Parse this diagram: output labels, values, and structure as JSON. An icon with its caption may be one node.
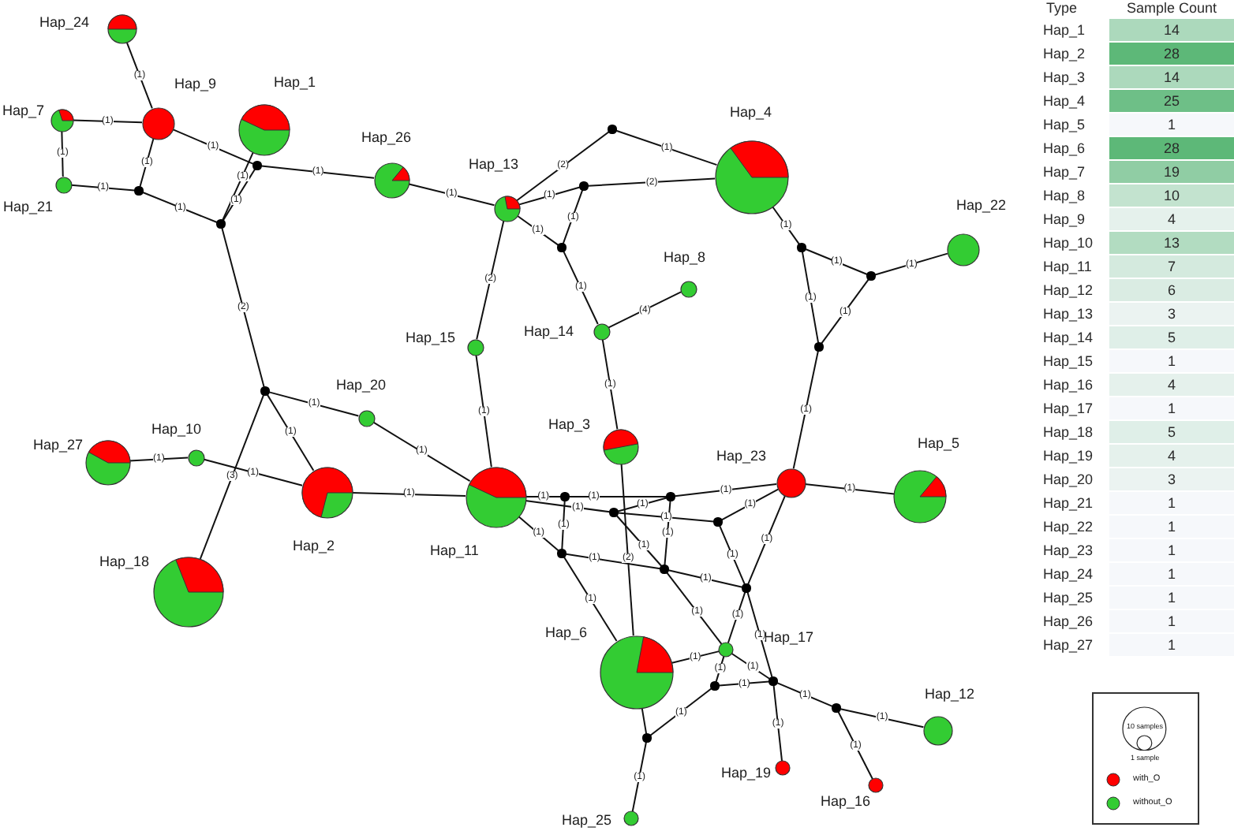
{
  "diagram": {
    "nodes": [
      {
        "text": [
          "Hap_24"
        ]
      },
      {
        "text": [
          "Hap_9"
        ]
      },
      {
        "text": [
          "Hap_1"
        ]
      },
      {
        "text": [
          "Hap_7"
        ]
      },
      {
        "text": [
          "Hap_4"
        ]
      },
      {
        "text": [],
        "shape": "circle"
      },
      {
        "text": [
          "Hap_26"
        ]
      },
      {
        "text": [],
        "shape": "circle"
      },
      {
        "text": [
          "Hap_13"
        ]
      },
      {
        "text": [],
        "shape": "circle"
      },
      {
        "text": [
          "Hap_21"
        ]
      },
      {
        "text": [],
        "shape": "circle"
      },
      {
        "text": [],
        "shape": "circle"
      },
      {
        "text": [],
        "shape": "circle"
      },
      {
        "text": [],
        "shape": "circle"
      },
      {
        "text": [
          "Hap_22"
        ]
      },
      {
        "text": [],
        "shape": "circle"
      },
      {
        "text": [
          "Hap_8"
        ]
      },
      {
        "text": [
          "Hap_14"
        ]
      },
      {
        "text": [
          "Hap_15"
        ]
      },
      {
        "text": [],
        "shape": "circle"
      },
      {
        "text": [],
        "shape": "circle"
      },
      {
        "text": [
          "Hap_20"
        ]
      },
      {
        "text": [
          "Hap_10"
        ]
      },
      {
        "text": [
          "Hap_27"
        ]
      },
      {
        "text": [
          "Hap_3"
        ]
      },
      {
        "text": [
          "Hap_23"
        ]
      },
      {
        "text": [
          "Hap_5"
        ]
      },
      {
        "text": [
          "Hap_2"
        ]
      },
      {
        "text": [
          "Hap_11"
        ]
      },
      {
        "text": [],
        "shape": "circle"
      },
      {
        "text": [],
        "shape": "circle"
      },
      {
        "text": [],
        "shape": "circle"
      },
      {
        "text": [],
        "shape": "circle"
      },
      {
        "text": [],
        "shape": "circle"
      },
      {
        "text": [],
        "shape": "circle"
      },
      {
        "text": [],
        "shape": "circle"
      },
      {
        "text": [
          "Hap_18"
        ]
      },
      {
        "text": [
          "Hap_6"
        ]
      },
      {
        "text": [
          "Hap_17"
        ]
      },
      {
        "text": [],
        "shape": "circle"
      },
      {
        "text": [],
        "shape": "circle"
      },
      {
        "text": [],
        "shape": "circle"
      },
      {
        "text": [
          "Hap_12"
        ]
      },
      {
        "text": [],
        "shape": "circle"
      },
      {
        "text": [
          "Hap_19"
        ]
      },
      {
        "text": [
          "Hap_16"
        ]
      },
      {
        "text": [
          "Hap_25"
        ]
      }
    ],
    "edges": [
      {
        "from": 0,
        "to": 1,
        "arrow": "none",
        "label": "(1)"
      },
      {
        "from": 3,
        "to": 1,
        "arrow": "none",
        "label": "(1)"
      },
      {
        "from": 3,
        "to": 10,
        "arrow": "none",
        "label": "(1)"
      },
      {
        "from": 10,
        "to": 11,
        "arrow": "none",
        "label": "(1)"
      },
      {
        "from": 1,
        "to": 11,
        "arrow": "none",
        "label": "(1)"
      },
      {
        "from": 1,
        "to": 7,
        "arrow": "none",
        "label": "(1)"
      },
      {
        "from": 11,
        "to": 12,
        "arrow": "none",
        "label": "(1)"
      },
      {
        "from": 2,
        "to": 12,
        "arrow": "none",
        "label": "(1)"
      },
      {
        "from": 7,
        "to": 12,
        "arrow": "none",
        "label": "(1)"
      },
      {
        "from": 7,
        "to": 6,
        "arrow": "none",
        "label": "(1)"
      },
      {
        "from": 12,
        "to": 21,
        "arrow": "none",
        "label": "(2)"
      },
      {
        "from": 21,
        "to": 22,
        "arrow": "none",
        "label": "(1)"
      },
      {
        "from": 21,
        "to": 28,
        "arrow": "none",
        "label": "(1)"
      },
      {
        "from": 21,
        "to": 37,
        "arrow": "none",
        "label": "(3)"
      },
      {
        "from": 24,
        "to": 23,
        "arrow": "none",
        "label": "(1)"
      },
      {
        "from": 23,
        "to": 28,
        "arrow": "none",
        "label": "(1)"
      },
      {
        "from": 28,
        "to": 29,
        "arrow": "none",
        "label": "(1)"
      },
      {
        "from": 22,
        "to": 29,
        "arrow": "none",
        "label": "(1)"
      },
      {
        "from": 6,
        "to": 8,
        "arrow": "none",
        "label": "(1)"
      },
      {
        "from": 8,
        "to": 5,
        "arrow": "none",
        "label": "(2)"
      },
      {
        "from": 5,
        "to": 4,
        "arrow": "none",
        "label": "(1)"
      },
      {
        "from": 8,
        "to": 9,
        "arrow": "none",
        "label": "(1)"
      },
      {
        "from": 9,
        "to": 4,
        "arrow": "none",
        "label": "(2)"
      },
      {
        "from": 8,
        "to": 13,
        "arrow": "none",
        "label": "(1)"
      },
      {
        "from": 9,
        "to": 13,
        "arrow": "none",
        "label": "(1)"
      },
      {
        "from": 13,
        "to": 18,
        "arrow": "none",
        "label": "(1)"
      },
      {
        "from": 18,
        "to": 17,
        "arrow": "none",
        "label": "(4)"
      },
      {
        "from": 18,
        "to": 25,
        "arrow": "none",
        "label": "(1)"
      },
      {
        "from": 8,
        "to": 19,
        "arrow": "none",
        "label": "(2)"
      },
      {
        "from": 19,
        "to": 29,
        "arrow": "none",
        "label": "(1)"
      },
      {
        "from": 4,
        "to": 14,
        "arrow": "none",
        "label": "(1)"
      },
      {
        "from": 14,
        "to": 16,
        "arrow": "none",
        "label": "(1)"
      },
      {
        "from": 16,
        "to": 15,
        "arrow": "none",
        "label": "(1)"
      },
      {
        "from": 14,
        "to": 20,
        "arrow": "none",
        "label": "(1)"
      },
      {
        "from": 16,
        "to": 20,
        "arrow": "none",
        "label": "(1)"
      },
      {
        "from": 20,
        "to": 26,
        "arrow": "none",
        "label": "(1)"
      },
      {
        "from": 26,
        "to": 27,
        "arrow": "none",
        "label": "(1)"
      },
      {
        "from": 29,
        "to": 30,
        "arrow": "none",
        "label": "(1)"
      },
      {
        "from": 30,
        "to": 31,
        "arrow": "none",
        "label": "(1)"
      },
      {
        "from": 31,
        "to": 26,
        "arrow": "none",
        "label": "(1)"
      },
      {
        "from": 29,
        "to": 32,
        "arrow": "none",
        "label": "(1)"
      },
      {
        "from": 32,
        "to": 31,
        "arrow": "none",
        "label": "(1)"
      },
      {
        "from": 32,
        "to": 33,
        "arrow": "none",
        "label": "(1)"
      },
      {
        "from": 33,
        "to": 26,
        "arrow": "none",
        "label": "(1)"
      },
      {
        "from": 25,
        "to": 38,
        "arrow": "none",
        "label": "(2)"
      },
      {
        "from": 30,
        "to": 34,
        "arrow": "none",
        "label": "(1)"
      },
      {
        "from": 31,
        "to": 35,
        "arrow": "none",
        "label": "(1)"
      },
      {
        "from": 34,
        "to": 35,
        "arrow": "none",
        "label": "(1)"
      },
      {
        "from": 29,
        "to": 34,
        "arrow": "none",
        "label": "(1)"
      },
      {
        "from": 34,
        "to": 38,
        "arrow": "none",
        "label": "(1)"
      },
      {
        "from": 32,
        "to": 35,
        "arrow": "none",
        "label": "(1)"
      },
      {
        "from": 35,
        "to": 39,
        "arrow": "none",
        "label": "(1)"
      },
      {
        "from": 35,
        "to": 36,
        "arrow": "none",
        "label": "(1)"
      },
      {
        "from": 26,
        "to": 36,
        "arrow": "none",
        "label": "(1)"
      },
      {
        "from": 33,
        "to": 36,
        "arrow": "none",
        "label": "(1)"
      },
      {
        "from": 36,
        "to": 41,
        "arrow": "none",
        "label": "(1)"
      },
      {
        "from": 36,
        "to": 39,
        "arrow": "none",
        "label": "(1)"
      },
      {
        "from": 39,
        "to": 40,
        "arrow": "none",
        "label": "(1)"
      },
      {
        "from": 38,
        "to": 39,
        "arrow": "none",
        "label": "(1)"
      },
      {
        "from": 39,
        "to": 41,
        "arrow": "none",
        "label": "(1)"
      },
      {
        "from": 40,
        "to": 41,
        "arrow": "none",
        "label": "(1)"
      },
      {
        "from": 40,
        "to": 44,
        "arrow": "none",
        "label": "(1)"
      },
      {
        "from": 38,
        "to": 44,
        "arrow": "none"
      },
      {
        "from": 44,
        "to": 47,
        "arrow": "none",
        "label": "(1)"
      },
      {
        "from": 41,
        "to": 45,
        "arrow": "none",
        "label": "(1)"
      },
      {
        "from": 41,
        "to": 42,
        "arrow": "none",
        "label": "(1)"
      },
      {
        "from": 42,
        "to": 43,
        "arrow": "none",
        "label": "(1)"
      },
      {
        "from": 42,
        "to": 46,
        "arrow": "none",
        "label": "(1)"
      }
    ],
    "labels": [
      "Type",
      "Sample Count",
      "Hap_1",
      "14",
      "Hap_2",
      "28",
      "Hap_3",
      "14",
      "Hap_4",
      "25",
      "Hap_5",
      "1",
      "Hap_6",
      "28",
      "Hap_7",
      "19",
      "Hap_8",
      "10",
      "Hap_9",
      "4",
      "Hap_10",
      "13",
      "Hap_11",
      "7",
      "Hap_12",
      "6",
      "Hap_13",
      "3",
      "Hap_14",
      "5",
      "Hap_15",
      "1",
      "Hap_16",
      "4",
      "Hap_17",
      "1",
      "Hap_18",
      "5",
      "Hap_19",
      "4",
      "Hap_20",
      "3",
      "Hap_21",
      "1",
      "Hap_22",
      "1",
      "Hap_23",
      "1",
      "Hap_24",
      "1",
      "Hap_25",
      "1",
      "Hap_26",
      "1",
      "Hap_27",
      "1"
    ],
    "legend": [
      {
        "text": "10 samples"
      },
      {
        "text": "1 sample"
      },
      {
        "text": "with_O",
        "color": "#ff0000"
      },
      {
        "text": "without_O",
        "color": "#33cc33"
      }
    ]
  }
}
